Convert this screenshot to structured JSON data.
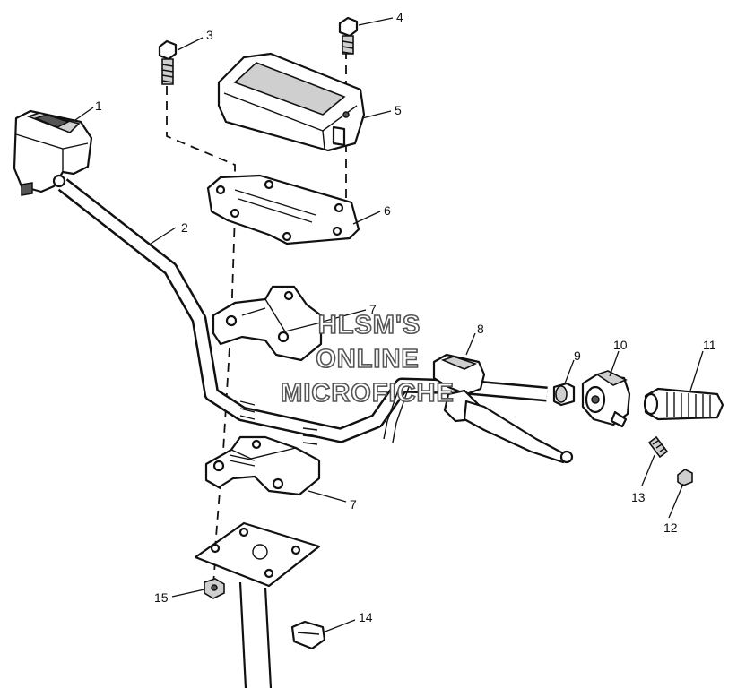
{
  "watermark": {
    "lines": [
      "HLSM'S",
      "ONLINE",
      "MICROFICHE"
    ]
  },
  "callouts": [
    {
      "id": "1",
      "label": "1"
    },
    {
      "id": "2",
      "label": "2"
    },
    {
      "id": "3",
      "label": "3"
    },
    {
      "id": "4",
      "label": "4"
    },
    {
      "id": "5",
      "label": "5"
    },
    {
      "id": "6",
      "label": "6"
    },
    {
      "id": "7a",
      "label": "7"
    },
    {
      "id": "7b",
      "label": "7"
    },
    {
      "id": "8",
      "label": "8"
    },
    {
      "id": "9",
      "label": "9"
    },
    {
      "id": "10",
      "label": "10"
    },
    {
      "id": "11",
      "label": "11"
    },
    {
      "id": "12",
      "label": "12"
    },
    {
      "id": "13",
      "label": "13"
    },
    {
      "id": "14",
      "label": "14"
    },
    {
      "id": "15",
      "label": "15"
    }
  ]
}
